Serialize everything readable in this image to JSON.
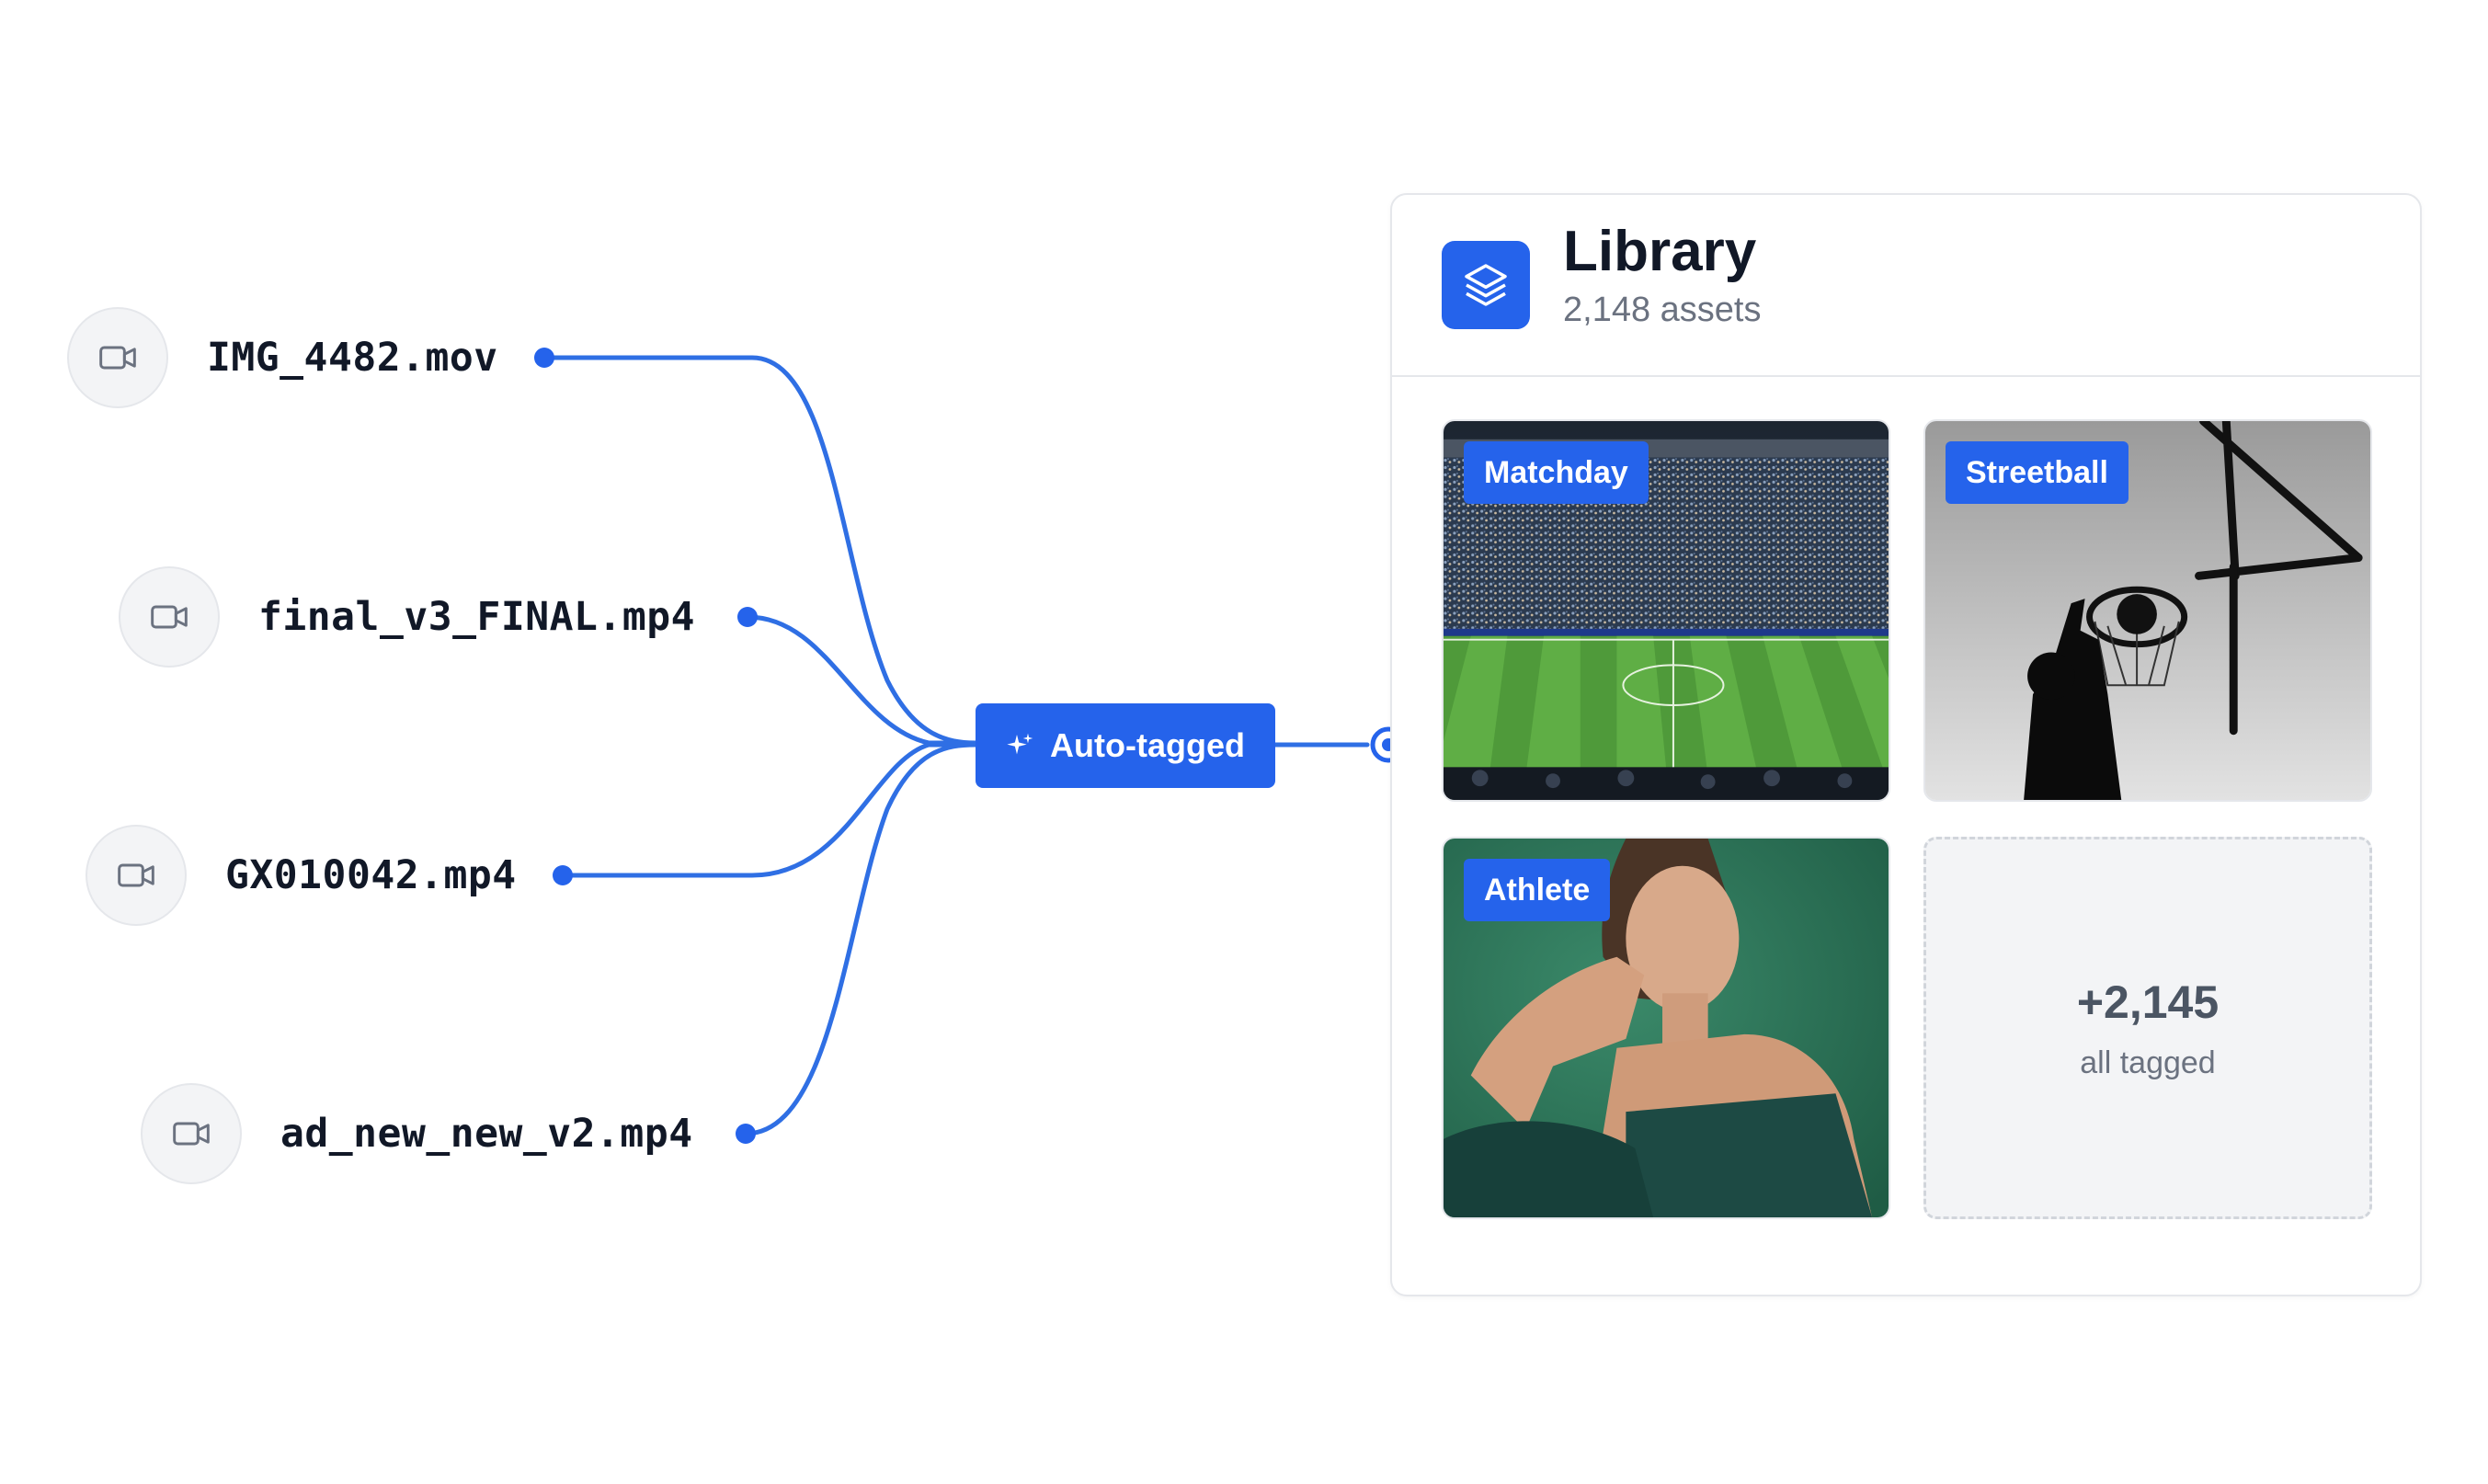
{
  "files": [
    {
      "name": "IMG_4482.mov",
      "icon": "video-camera-icon"
    },
    {
      "name": "final_v3_FINAL.mp4",
      "icon": "video-camera-icon"
    },
    {
      "name": "GX010042.mp4",
      "icon": "video-camera-icon"
    },
    {
      "name": "ad_new_new_v2.mp4",
      "icon": "video-camera-icon"
    }
  ],
  "tagger": {
    "label": "Auto-tagged",
    "icon": "sparkle-icon"
  },
  "library": {
    "title": "Library",
    "subtitle": "2,148 assets",
    "icon": "layers-icon",
    "tiles": [
      {
        "label": "Matchday"
      },
      {
        "label": "Streetball"
      },
      {
        "label": "Athlete"
      }
    ],
    "more": {
      "count": "+2,145",
      "label": "all tagged"
    }
  },
  "colors": {
    "accent": "#2563eb",
    "border": "#e5e7eb",
    "muted": "#6b7280"
  }
}
